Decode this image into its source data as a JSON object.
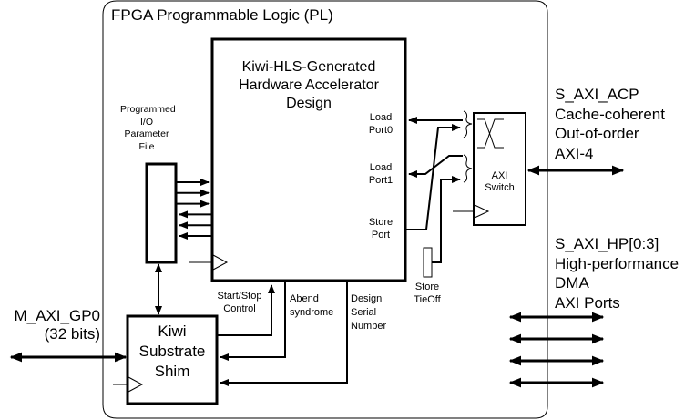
{
  "fpga_region": {
    "title": "FPGA Programmable Logic (PL)"
  },
  "accelerator": {
    "title_lines": [
      "Kiwi-HLS-Generated",
      "Hardware Accelerator",
      "Design"
    ],
    "ports": {
      "load0": [
        "Load",
        "Port0"
      ],
      "load1": [
        "Load",
        "Port1"
      ],
      "store": [
        "Store",
        "Port"
      ]
    }
  },
  "param_file": {
    "label_lines": [
      "Programmed",
      "I/O",
      "Parameter",
      "File"
    ],
    "outputs": 3,
    "inputs": 3
  },
  "shim": {
    "label_lines": [
      "Kiwi",
      "Substrate",
      "Shim"
    ]
  },
  "signals": {
    "start_stop": [
      "Start/Stop",
      "Control"
    ],
    "abend": [
      "Abend",
      "syndrome"
    ],
    "serial": [
      "Design",
      "Serial",
      "Number"
    ]
  },
  "axi_switch": {
    "label_lines": [
      "AXI",
      "Switch"
    ]
  },
  "store_tieoff": {
    "label_lines": [
      "Store",
      "TieOff"
    ]
  },
  "gp0": {
    "label_lines": [
      "M_AXI_GP0",
      "(32 bits)"
    ]
  },
  "acp": {
    "label_lines": [
      "S_AXI_ACP",
      "Cache-coherent",
      "Out-of-order",
      "AXI-4"
    ]
  },
  "hp": {
    "label_lines": [
      "S_AXI_HP[0:3]",
      "High-performance",
      "DMA",
      "AXI Ports"
    ],
    "port_count": 4
  }
}
